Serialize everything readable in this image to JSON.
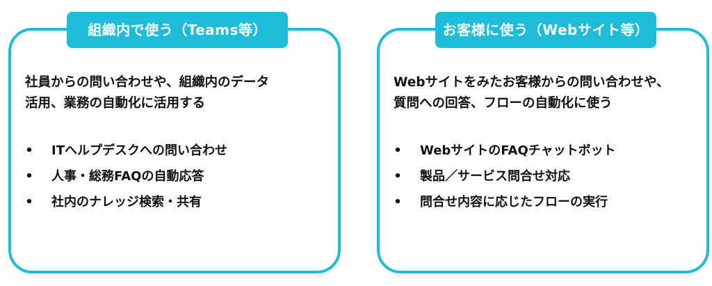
{
  "left_card": {
    "title": "組織内で使う（Teams等）",
    "description_lines": [
      "社員からの問い合わせや、組織内のデータ",
      "活用、業務の自動化に活用する"
    ],
    "bullet_glyph": "•",
    "items": [
      "ITヘルプデスクへの問い合わせ",
      "人事・総務FAQの自動応答",
      "社内のナレッジ検索・共有"
    ]
  },
  "right_card": {
    "title": "お客様に使う（Webサイト等）",
    "description_lines": [
      "Webサイトをみたお客様からの問い合わせや、",
      "質問への回答、フローの自動化に使う"
    ],
    "bullet_glyph": "•",
    "items": [
      "WebサイトのFAQチャットボット",
      "製品／サービス問合せ対応",
      "問合せ内容に応じたフローの実行"
    ]
  },
  "colors": {
    "accent": "#1ebcd8",
    "text": "#111111"
  }
}
